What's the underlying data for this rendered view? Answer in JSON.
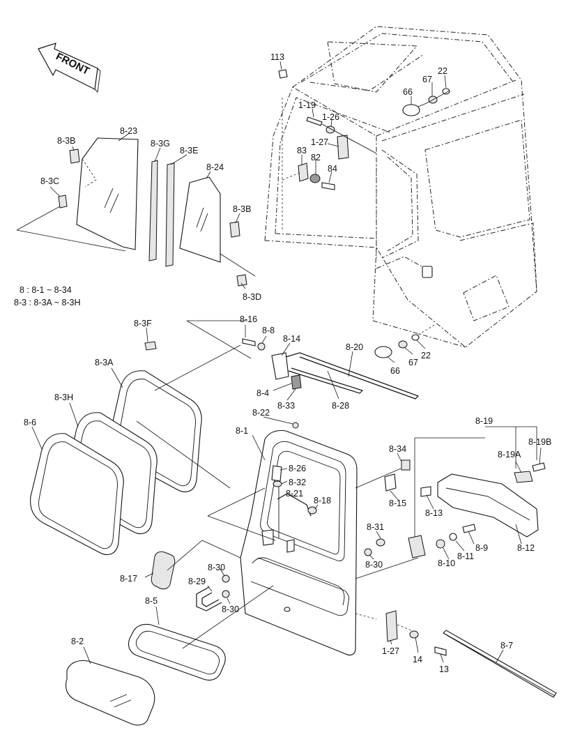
{
  "direction_arrow": {
    "label": "FRONT"
  },
  "legend": {
    "line1": "8 : 8-1 ~ 8-34",
    "line2": "8-3 : 8-3A ~ 8-3H"
  },
  "labels": {
    "p113": "113",
    "p22a": "22",
    "p67a": "67",
    "p66a": "66",
    "p1_19": "1-19",
    "p1_26": "1-26",
    "p1_27a": "1-27",
    "p83": "83",
    "p82": "82",
    "p84": "84",
    "p8_3B_top": "8-3B",
    "p8_23": "8-23",
    "p8_3G": "8-3G",
    "p8_3E": "8-3E",
    "p8_24": "8-24",
    "p8_3C": "8-3C",
    "p8_3B_right": "8-3B",
    "p8_3D": "8-3D",
    "p8_16": "8-16",
    "p8_8": "8-8",
    "p8_14": "8-14",
    "p8_20": "8-20",
    "p66b": "66",
    "p67b": "67",
    "p22b": "22",
    "p8_4": "8-4",
    "p8_33": "8-33",
    "p8_28": "8-28",
    "p8_3F": "8-3F",
    "p8_3A": "8-3A",
    "p8_3H": "8-3H",
    "p8_6": "8-6",
    "p8_22": "8-22",
    "p8_1": "8-1",
    "p8_19": "8-19",
    "p8_34": "8-34",
    "p8_19A": "8-19A",
    "p8_19B": "8-19B",
    "p8_26": "8-26",
    "p8_32": "8-32",
    "p8_21": "8-21",
    "p8_18": "8-18",
    "p8_15": "8-15",
    "p8_13": "8-13",
    "p8_12": "8-12",
    "p8_31": "8-31",
    "p8_30a": "8-30",
    "p8_9": "8-9",
    "p8_11": "8-11",
    "p8_10": "8-10",
    "p8_17": "8-17",
    "p8_30b": "8-30",
    "p8_29": "8-29",
    "p8_30c": "8-30",
    "p8_5": "8-5",
    "p8_2": "8-2",
    "p1_27b": "1-27",
    "p14": "14",
    "p13": "13",
    "p8_7": "8-7"
  }
}
